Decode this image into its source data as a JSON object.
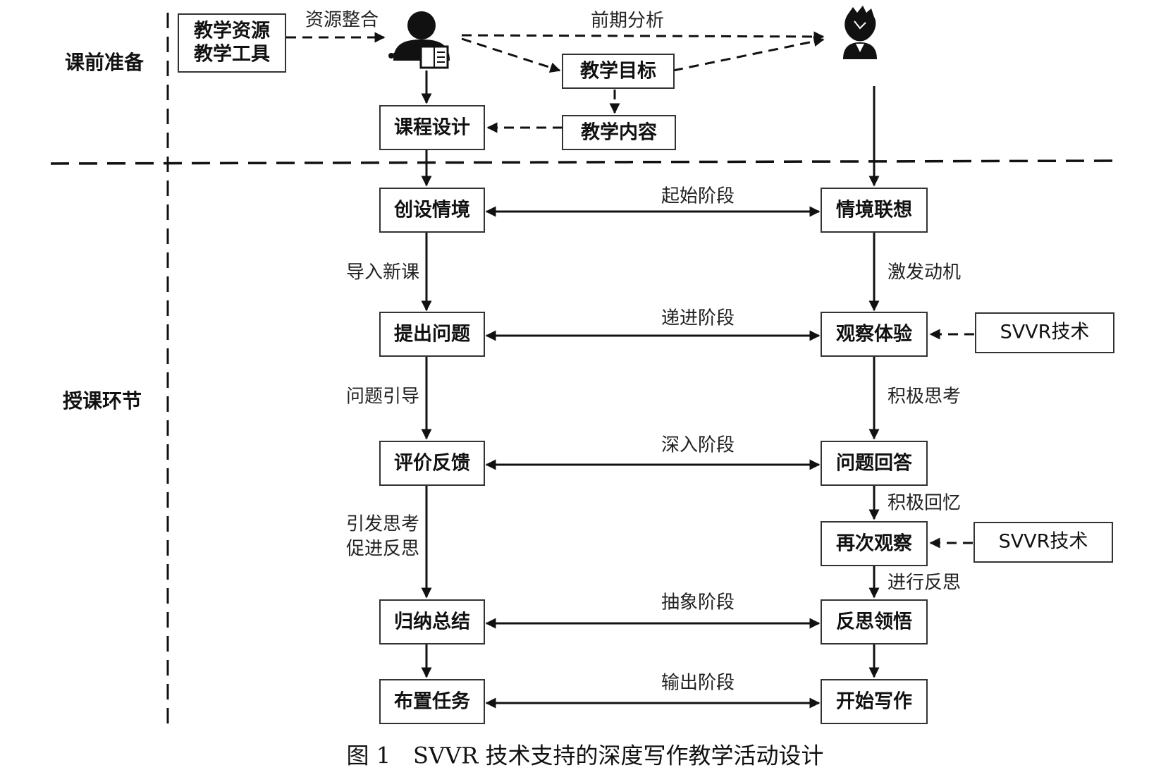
{
  "sections": {
    "prep": "课前准备",
    "teach": "授课环节"
  },
  "resources": {
    "line1": "教学资源",
    "line2": "教学工具"
  },
  "edges": {
    "resource_integration": "资源整合",
    "pre_analysis": "前期分析",
    "introduce_lesson": "导入新课",
    "question_guide": "问题引导",
    "provoke_thinking": "引发思考",
    "promote_reflection": "促进反思",
    "stimulate_motivation": "激发动机",
    "active_thinking": "积极思考",
    "active_recall": "积极回忆",
    "reflect": "进行反思"
  },
  "prep_boxes": {
    "goal": "教学目标",
    "content": "教学内容",
    "course_design": "课程设计"
  },
  "teacher_steps": [
    "创设情境",
    "提出问题",
    "评价反馈",
    "归纳总结",
    "布置任务"
  ],
  "student_steps": [
    "情境联想",
    "观察体验",
    "问题回答",
    "再次观察",
    "反思领悟",
    "开始写作"
  ],
  "stages": [
    "起始阶段",
    "递进阶段",
    "深入阶段",
    "抽象阶段",
    "输出阶段"
  ],
  "svvr": [
    "SVVR技术",
    "SVVR技术"
  ],
  "icons": [
    "teacher-icon",
    "book-icon",
    "student-icon"
  ],
  "caption": "图 1　SVVR 技术支持的深度写作教学活动设计"
}
